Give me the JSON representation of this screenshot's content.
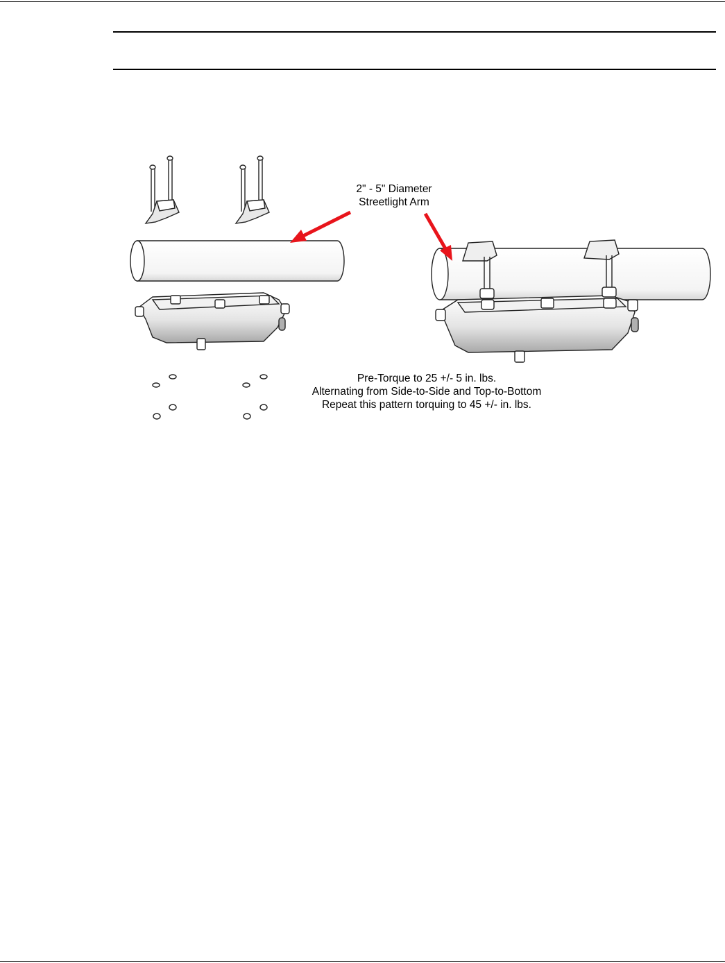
{
  "figure": {
    "arm_callout": {
      "line1": "2\" - 5\" Diameter",
      "line2": "Streetlight Arm"
    },
    "torque_callout": {
      "line1": "Pre-Torque to 25 +/- 5 in. lbs.",
      "line2": "Alternating from Side-to-Side and Top-to-Bottom",
      "line3": "Repeat this pattern torquing to 45 +/- in. lbs."
    },
    "colors": {
      "arrow": "#e8141b",
      "outline": "#222222",
      "part_fill": "#ffffff",
      "housing_shade": "#c9c9c9"
    }
  }
}
